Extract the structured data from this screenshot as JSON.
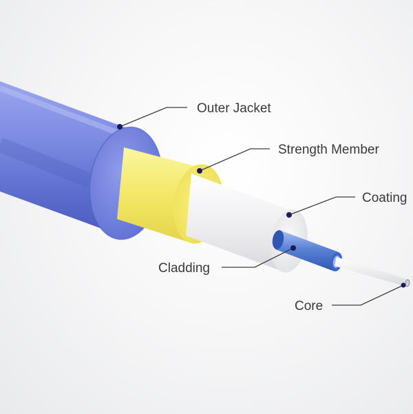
{
  "labels": {
    "outer_jacket": "Outer Jacket",
    "strength_member": "Strength Member",
    "coating": "Coating",
    "cladding": "Cladding",
    "core": "Core"
  },
  "colors": {
    "outer_jacket": "#6f7fdd",
    "strength_member": "#f2e86a",
    "coating": "#efefef",
    "cladding": "#4f78d0",
    "core": "#f5f5f5",
    "leader_line": "#3e3e42"
  }
}
